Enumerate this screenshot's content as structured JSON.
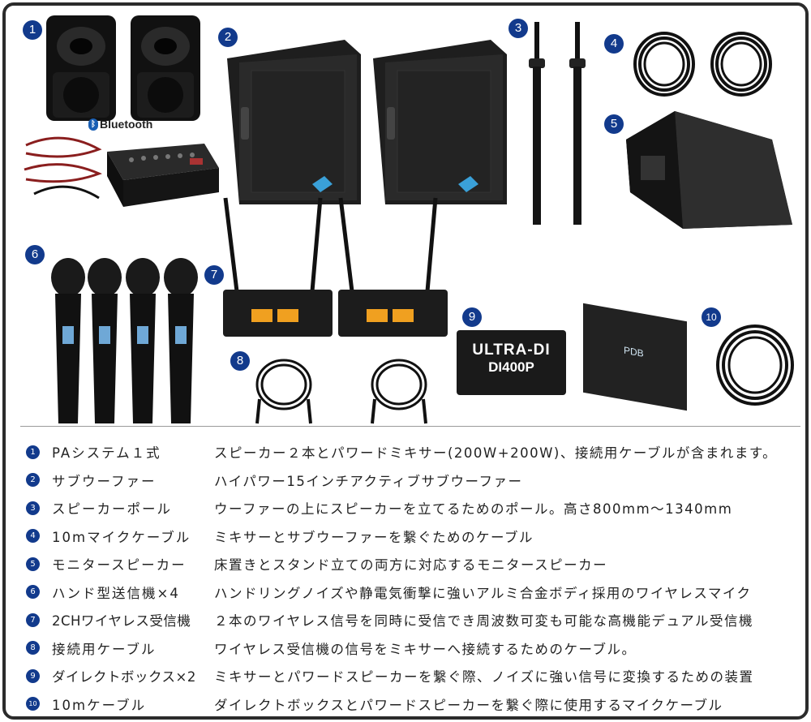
{
  "badges": [
    "1",
    "2",
    "3",
    "4",
    "5",
    "6",
    "7",
    "8",
    "9",
    "10"
  ],
  "bluetooth_label": "Bluetooth",
  "ultra_di": {
    "line1": "ULTRA-DI",
    "line2": "DI400P"
  },
  "pdb_label": "PDB",
  "items": [
    {
      "num": "1",
      "name": "PAシステム１式",
      "desc": "スピーカー２本とパワードミキサー(200W+200W)、接続用ケーブルが含まれます。"
    },
    {
      "num": "2",
      "name": "サブウーファー",
      "desc": "ハイパワー15インチアクティブサブウーファー"
    },
    {
      "num": "3",
      "name": "スピーカーポール",
      "desc": "ウーファーの上にスピーカーを立てるためのポール。高さ800mm～1340mm"
    },
    {
      "num": "4",
      "name": "10mマイクケーブル",
      "desc": "ミキサーとサブウーファーを繋ぐためのケーブル"
    },
    {
      "num": "5",
      "name": "モニタースピーカー",
      "desc": "床置きとスタンド立ての両方に対応するモニタースピーカー"
    },
    {
      "num": "6",
      "name": "ハンド型送信機×4",
      "desc": "ハンドリングノイズや静電気衝撃に強いアルミ合金ボディ採用のワイヤレスマイク"
    },
    {
      "num": "7",
      "name": "2CHワイヤレス受信機",
      "desc": "２本のワイヤレス信号を同時に受信でき周波数可変も可能な高機能デュアル受信機"
    },
    {
      "num": "8",
      "name": "接続用ケーブル",
      "desc": "ワイヤレス受信機の信号をミキサーへ接続するためのケーブル。"
    },
    {
      "num": "9",
      "name": "ダイレクトボックス×2",
      "desc": "ミキサーとパワードスピーカーを繋ぐ際、ノイズに強い信号に変換するための装置"
    },
    {
      "num": "10",
      "name": "10mケーブル",
      "desc": "ダイレクトボックスとパワードスピーカーを繋ぐ際に使用するマイクケーブル"
    }
  ]
}
